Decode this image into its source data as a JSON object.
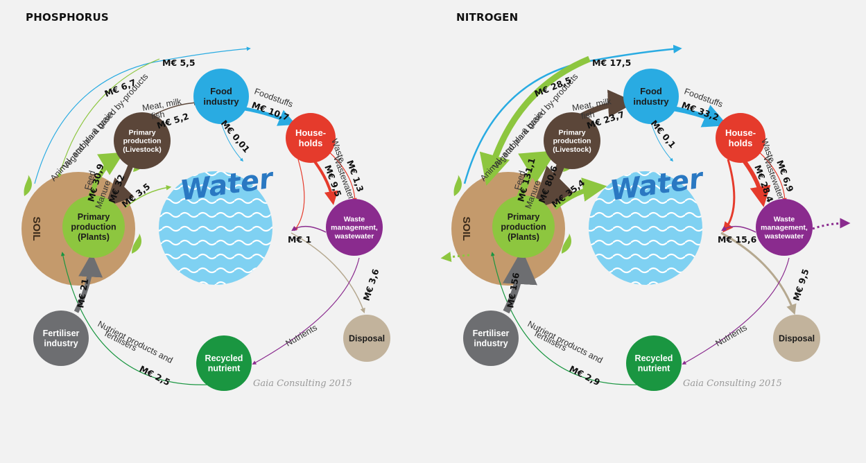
{
  "panels": [
    {
      "title": "PHOSPHORUS",
      "nodes": {
        "food_industry": [
          "Food",
          "industry"
        ],
        "households": [
          "House-",
          "holds"
        ],
        "livestock": [
          "Primary",
          "production",
          "(Livestock)"
        ],
        "plants": [
          "Primary",
          "production",
          "(Plants)"
        ],
        "waste": [
          "Waste",
          "management,",
          "wastewater"
        ],
        "fertiliser": [
          "Fertiliser",
          "industry"
        ],
        "recycled": [
          "Recycled",
          "nutrient"
        ],
        "disposal": "Disposal",
        "water": "Water",
        "soil": "SOIL"
      },
      "flows": {
        "byproducts_label": "Animal- and plant based by-products",
        "byproducts_value": "M€ 5,5",
        "veg_label": "Vegetables & grain",
        "veg_value": "M€ 6,7",
        "meat_label_1": "Meat, milk",
        "meat_label_2": "fish",
        "meat_value": "M€ 5,2",
        "foodstuffs_label": "Foodstuffs",
        "foodstuffs_value": "M€ 10,7",
        "food_water_value": "M€ 0,01",
        "waste_label": "Waste",
        "waste_value": "M€ 1,3",
        "wastewater_label": "Wastewater",
        "wastewater_value": "M€ 9,5",
        "feed_label": "Feed",
        "feed_value": "M€ 30,9",
        "manure_label": "Manure",
        "manure_value": "M€ 32",
        "soil_water_value": "M€ 3,5",
        "return_value": "M€ 1",
        "disposal_value": "M€ 3,6",
        "nutrients_label": "Nutrients",
        "fertiliser_value": "M€ 21",
        "recycled_label_1": "Nutrient products and",
        "recycled_label_2": "fertilisers",
        "recycled_value": "M€ 2,5"
      },
      "credit": "Gaia Consulting 2015"
    },
    {
      "title": "NITROGEN",
      "nodes": {
        "food_industry": [
          "Food",
          "industry"
        ],
        "households": [
          "House-",
          "holds"
        ],
        "livestock": [
          "Primary",
          "production",
          "(Livestock)"
        ],
        "plants": [
          "Primary",
          "production",
          "(Plants)"
        ],
        "waste": [
          "Waste",
          "management,",
          "wastewater"
        ],
        "fertiliser": [
          "Fertiliser",
          "industry"
        ],
        "recycled": [
          "Recycled",
          "nutrient"
        ],
        "disposal": "Disposal",
        "water": "Water",
        "soil": "SOIL"
      },
      "flows": {
        "byproducts_label": "Animal- and plant based by-products",
        "byproducts_value": "M€ 17,5",
        "veg_label": "Vegetables & grain",
        "veg_value": "M€ 28,5",
        "meat_label_1": "Meat, milk",
        "meat_label_2": "fish",
        "meat_value": "M€ 23,7",
        "foodstuffs_label": "Foodstuffs",
        "foodstuffs_value": "M€ 33,2",
        "food_water_value": "M€ 0,1",
        "waste_label": "Waste",
        "waste_value": "M€ 6,9",
        "wastewater_label": "Wastewater",
        "wastewater_value": "M€ 28,4",
        "feed_label": "Feed",
        "feed_value": "M€ 131,1",
        "manure_label": "Manure",
        "manure_value": "M€ 80,6",
        "soil_water_value": "M€ 35,4",
        "return_value": "M€ 15,6",
        "disposal_value": "M€ 9,5",
        "nutrients_label": "Nutrients",
        "fertiliser_value": "M€ 156",
        "recycled_label_1": "Nutrient products and",
        "recycled_label_2": "fertilisers",
        "recycled_value": "M€ 2,9"
      },
      "credit": "Gaia Consulting 2015"
    }
  ],
  "colors": {
    "soil": "#c49a6c",
    "plants": "#8dc63f",
    "livestock": "#5b4639",
    "food": "#29abe2",
    "households": "#e53b2c",
    "waste": "#8a2b8e",
    "fertiliser": "#6d6e71",
    "recycled": "#1a9641",
    "disposal": "#c2b39c",
    "water": "#7fd1f2",
    "water_text": "#2a78c2"
  }
}
